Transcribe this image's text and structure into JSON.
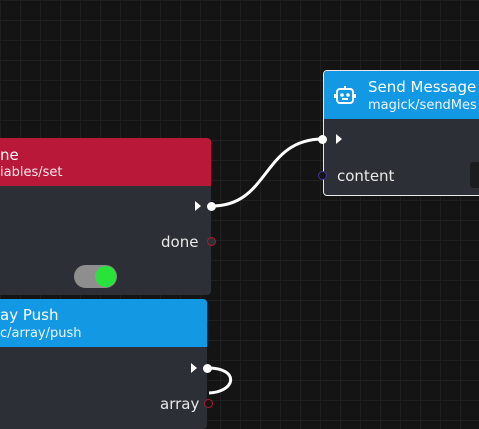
{
  "nodes": {
    "variables_set": {
      "title": "ne",
      "subtitle": "iables/set",
      "output_label": "done",
      "header_color": "#b91838",
      "toggle_on": true
    },
    "array_push": {
      "title": "ay Push",
      "subtitle": "c/array/push",
      "output_label": "array",
      "header_color": "#1398e3"
    },
    "send_message": {
      "title": "Send Message",
      "subtitle": "magick/sendMes",
      "input_label": "content",
      "header_color": "#1398e3",
      "icon": "robot-icon",
      "selected": true
    }
  },
  "colors": {
    "background": "#141414",
    "wire": "#ffffff"
  }
}
